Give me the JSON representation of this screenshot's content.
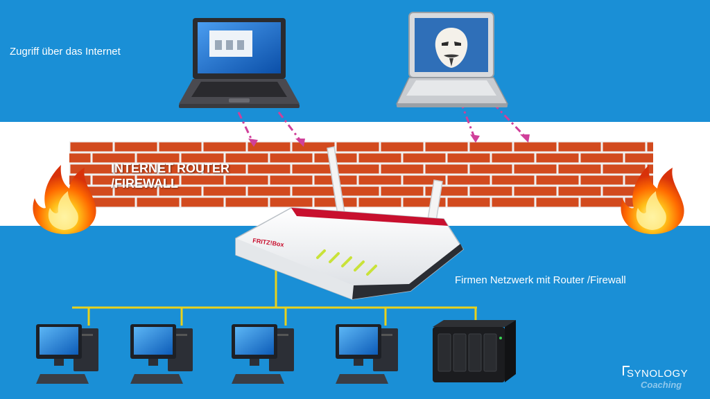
{
  "labels": {
    "internet_access": "Zugriff über das Internet",
    "company_network": "Firmen Netzwerk mit Router /Firewall"
  },
  "router": {
    "title_line1": "INTERNET ROUTER",
    "title_line2": "/FIREWALL",
    "brand": "FRITZ!Box"
  },
  "logo": {
    "top": "SYNOLOGY",
    "bottom": "Coaching"
  },
  "colors": {
    "background": "#1a8fd6",
    "band": "#ffffff",
    "brick": "#d24a1e",
    "mortar": "#f0f0f0",
    "network_line": "#e8d21c",
    "arrow": "#d0409a"
  },
  "icons": [
    "laptop-icon",
    "hacker-laptop-icon",
    "brick-wall",
    "fire-icon",
    "router-icon",
    "desktop-pc-icon",
    "nas-icon"
  ]
}
